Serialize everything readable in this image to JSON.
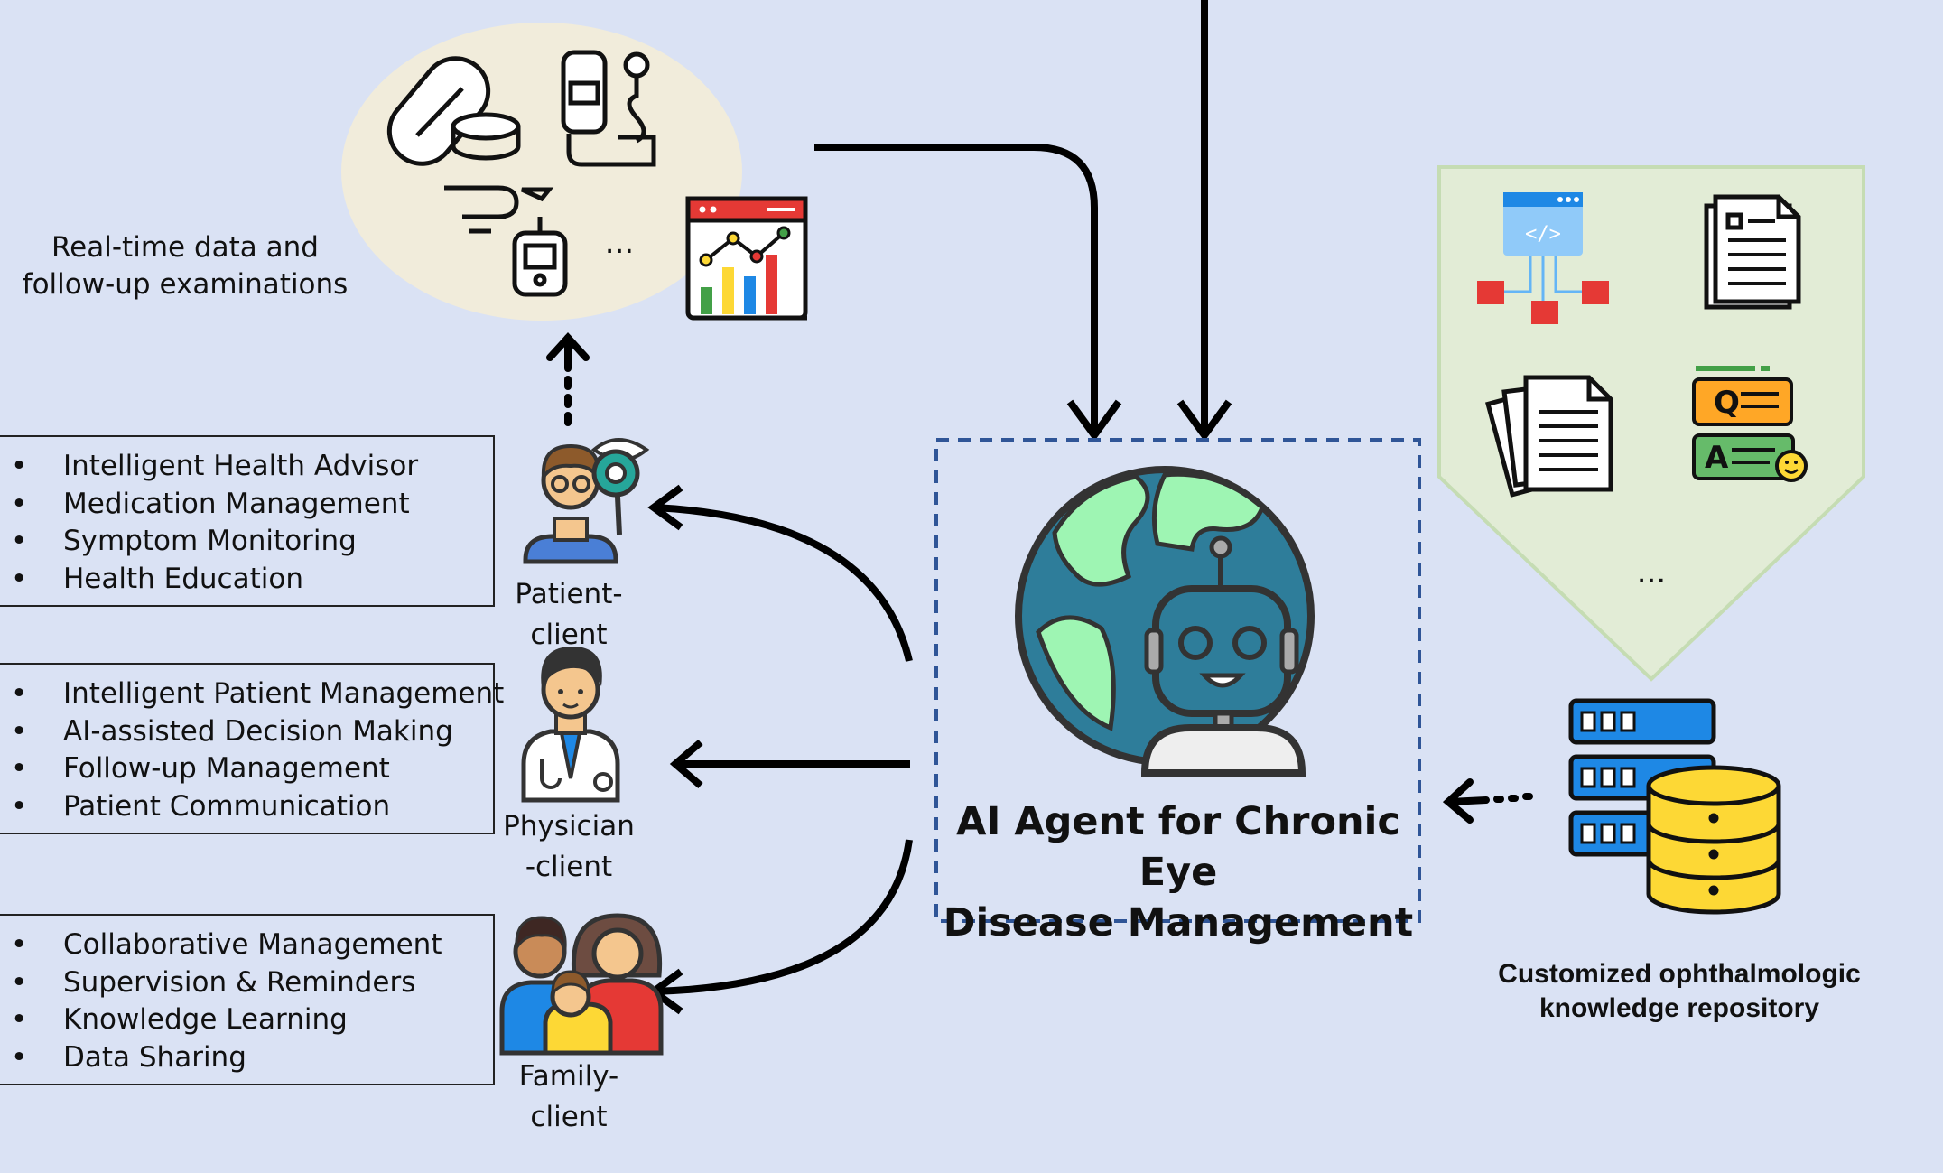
{
  "realtime": {
    "caption_line1": "Real-time data and",
    "caption_line2": "follow-up examinations",
    "ellipsis": "..."
  },
  "patient": {
    "label_line1": "Patient-",
    "label_line2": "client",
    "features": [
      "Intelligent Health Advisor",
      "Medication Management",
      "Symptom Monitoring",
      "Health Education"
    ]
  },
  "physician": {
    "label_line1": "Physician",
    "label_line2": "-client",
    "features": [
      "Intelligent Patient Management",
      "AI-assisted Decision Making",
      "Follow-up Management",
      "Patient Communication"
    ]
  },
  "family": {
    "label_line1": "Family-",
    "label_line2": "client",
    "features": [
      "Collaborative Management",
      "Supervision & Reminders",
      "Knowledge Learning",
      "Data Sharing"
    ]
  },
  "agent": {
    "title_line1": "AI Agent for Chronic Eye",
    "title_line2": "Disease Management"
  },
  "repository": {
    "title_line1": "Customized ophthalmologic",
    "title_line2": "knowledge repository",
    "ellipsis": "..."
  },
  "icons": {
    "data_icons": [
      "pills-icon",
      "blood-pressure-icon",
      "glucose-meter-icon",
      "analytics-dashboard-icon"
    ],
    "knowledge_icons": [
      "code-structure-icon",
      "document-icon",
      "document-stack-icon",
      "qa-chat-icon"
    ],
    "repository_icon": "server-database-icon",
    "agent_icon": "globe-robot-icon"
  },
  "colors": {
    "background": "#dae2f4",
    "knowledge_panel": "#e2ecd6",
    "data_oval": "#f1ecdb",
    "dashed_border": "#2f5597"
  }
}
